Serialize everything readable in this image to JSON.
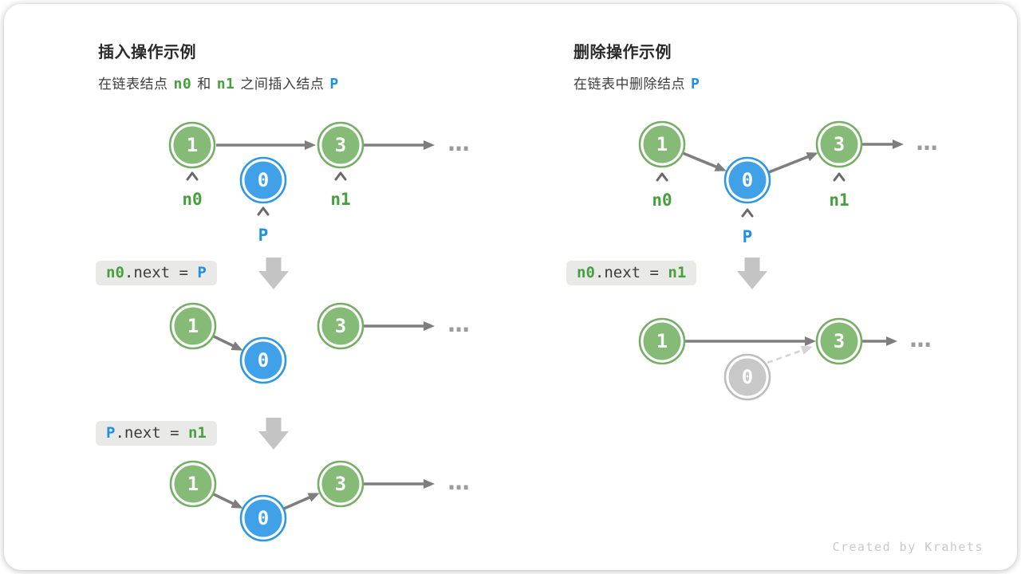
{
  "colors": {
    "title": "#2b2b2b",
    "subtitle": "#3d3d3d",
    "node-green": "#85ba77",
    "node-green-stroke": "#76ad67",
    "node-blue": "#41a1e8",
    "node-blue-stroke": "#2d97e2",
    "node-gray": "#c8c8c8",
    "node-gray-stroke": "#bdbdbd",
    "text-green": "#47a03f",
    "text-blue": "#1e90e6",
    "arrow": "#7e7e7e",
    "arrow-light": "#d4d4d4",
    "caret": "#696969",
    "dots": "#9b9b9b",
    "code-bg": "#e9e9e7",
    "code-text": "#3c3c3c",
    "block-arrow": "#c4c4c4",
    "watermark": "#c9c9c9"
  },
  "headers": {
    "insert": {
      "title": "插入操作示例",
      "pre": "在链表结点",
      "tok_n0": "n0",
      "mid": "和",
      "tok_n1": "n1",
      "post": "之间插入结点",
      "tok_p": "P"
    },
    "delete": {
      "title": "删除操作示例",
      "pre": "在链表中删除结点",
      "tok_p": "P"
    }
  },
  "nodes": {
    "v1": "1",
    "v3": "3",
    "v0": "0"
  },
  "labels": {
    "n0": "n0",
    "n1": "n1",
    "p": "P"
  },
  "ellipsis": "...",
  "code": {
    "insert_step1": {
      "lhs": "n0",
      "mid": ".next = ",
      "rhs": "P"
    },
    "insert_step2": {
      "lhs": "P",
      "mid": ".next = ",
      "rhs": "n1"
    },
    "delete_step1": {
      "lhs": "n0",
      "mid": ".next = ",
      "rhs": "n1"
    }
  },
  "watermark": "Created by Krahets"
}
